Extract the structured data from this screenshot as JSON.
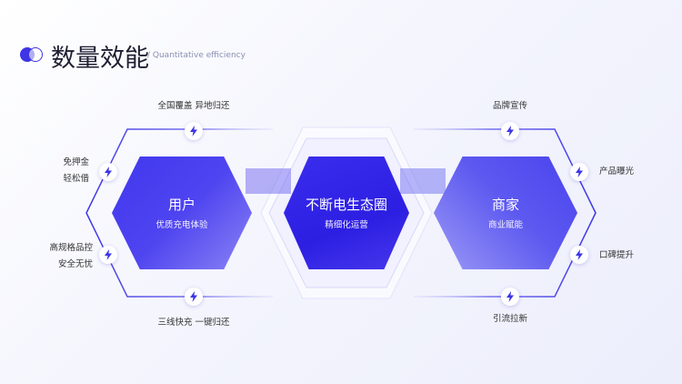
{
  "header": {
    "title": "数量效能",
    "subtitle": "/ Quantitative efficiency"
  },
  "colors": {
    "accent": "#3d35e6",
    "hex_left": "#4b3ff0",
    "hex_center": "#3324e8",
    "hex_right": "#5a5af0"
  },
  "icons": {
    "badge": "lightning-icon"
  },
  "hexagons": {
    "left": {
      "title": "用户",
      "subtitle": "优质充电体验"
    },
    "center": {
      "title": "不断电生态圈",
      "subtitle": "精细化运营"
    },
    "right": {
      "title": "商家",
      "subtitle": "商业赋能"
    }
  },
  "left_labels": {
    "top": "全国覆盖  异地归还",
    "side_upper_1": "免押金",
    "side_upper_2": "轻松借",
    "side_lower_1": "高规格品控",
    "side_lower_2": "安全无忧",
    "bottom": "三线快充  一键归还"
  },
  "right_labels": {
    "top": "品牌宣传",
    "side_upper": "产品曝光",
    "side_lower": "口碑提升",
    "bottom": "引流拉新"
  }
}
